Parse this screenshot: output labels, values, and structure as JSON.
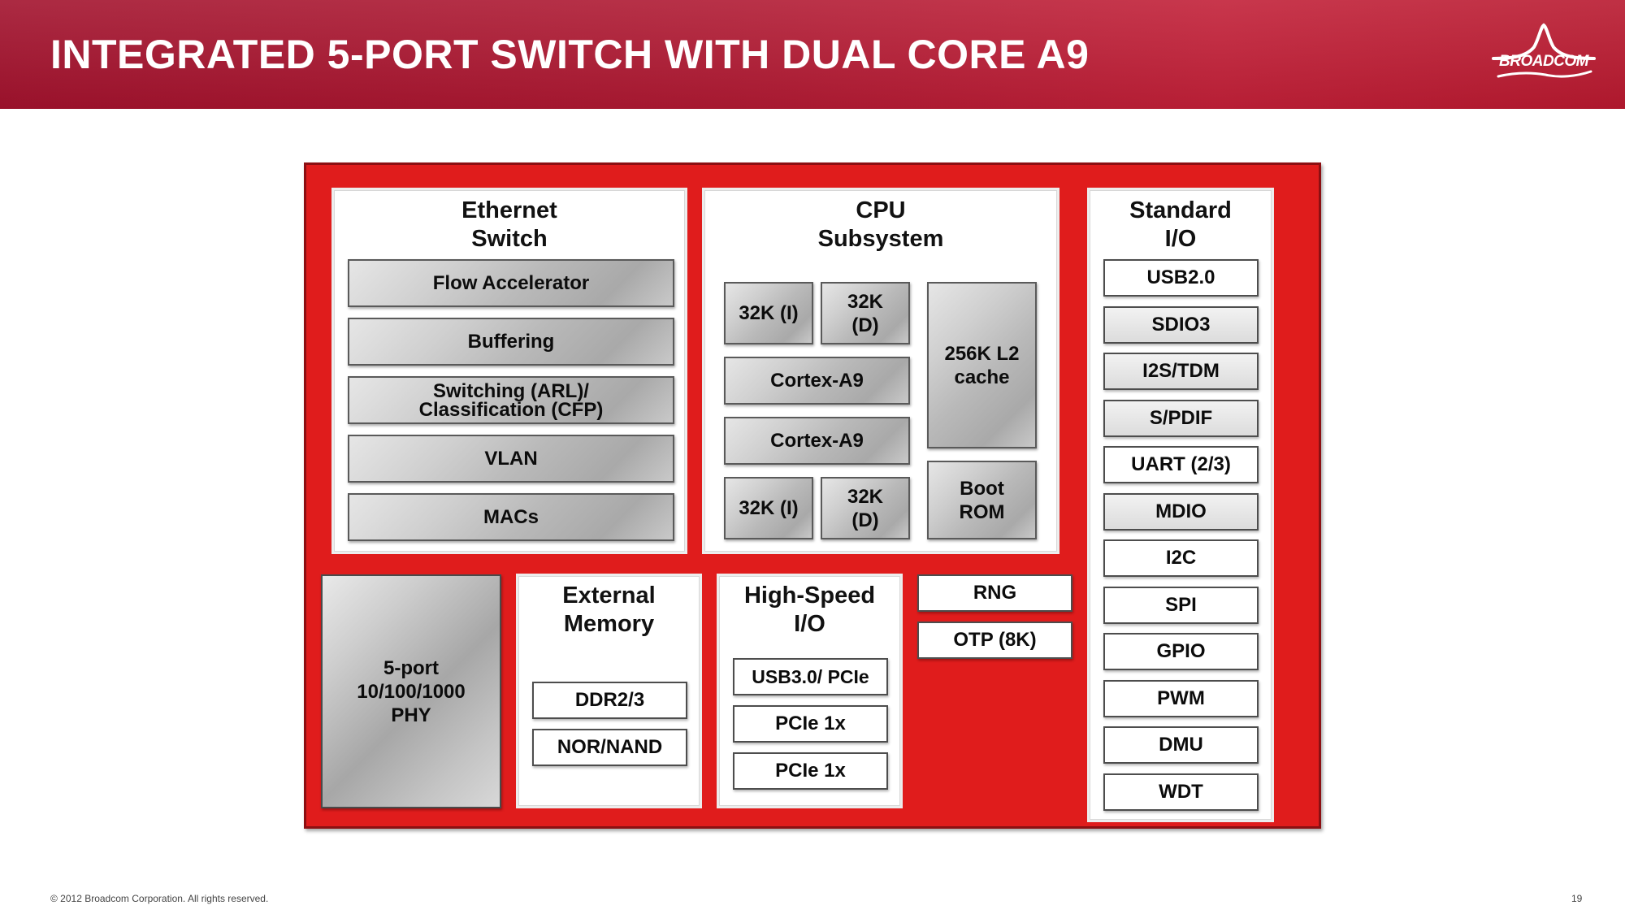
{
  "header": {
    "title": "INTEGRATED 5-PORT SWITCH WITH DUAL CORE A9",
    "logo_text": "BROADCOM"
  },
  "ethernet_switch": {
    "title_line1": "Ethernet",
    "title_line2": "Switch",
    "blocks": [
      "Flow Accelerator",
      "Buffering",
      "Switching (ARL)/",
      "Classification (CFP)",
      "VLAN",
      "MACs"
    ]
  },
  "cpu_subsystem": {
    "title_line1": "CPU",
    "title_line2": "Subsystem",
    "icache_top": "32K (I)",
    "dcache_top_1": "32K",
    "dcache_top_2": "(D)",
    "core_1": "Cortex-A9",
    "core_2": "Cortex-A9",
    "icache_bottom": "32K (I)",
    "dcache_bottom_1": "32K",
    "dcache_bottom_2": "(D)",
    "l2_line1": "256K L2",
    "l2_line2": "cache",
    "bootrom_line1": "Boot",
    "bootrom_line2": "ROM"
  },
  "standard_io": {
    "title_line1": "Standard",
    "title_line2": "I/O",
    "items": [
      "USB2.0",
      "SDIO3",
      "I2S/TDM",
      "S/PDIF",
      "UART (2/3)",
      "MDIO",
      "I2C",
      "SPI",
      "GPIO",
      "PWM",
      "DMU",
      "WDT"
    ]
  },
  "phy": {
    "line1": "5-port",
    "line2": "10/100/1000",
    "line3": "PHY"
  },
  "external_memory": {
    "title_line1": "External",
    "title_line2": "Memory",
    "items": [
      "DDR2/3",
      "NOR/NAND"
    ]
  },
  "high_speed_io": {
    "title_line1": "High-Speed",
    "title_line2": "I/O",
    "items": [
      "USB3.0/ PCIe",
      "PCIe 1x",
      "PCIe 1x"
    ]
  },
  "misc": {
    "rng": "RNG",
    "otp": "OTP (8K)"
  },
  "footer": {
    "copyright": "© 2012 Broadcom Corporation.  All rights reserved.",
    "page_number": "19"
  }
}
